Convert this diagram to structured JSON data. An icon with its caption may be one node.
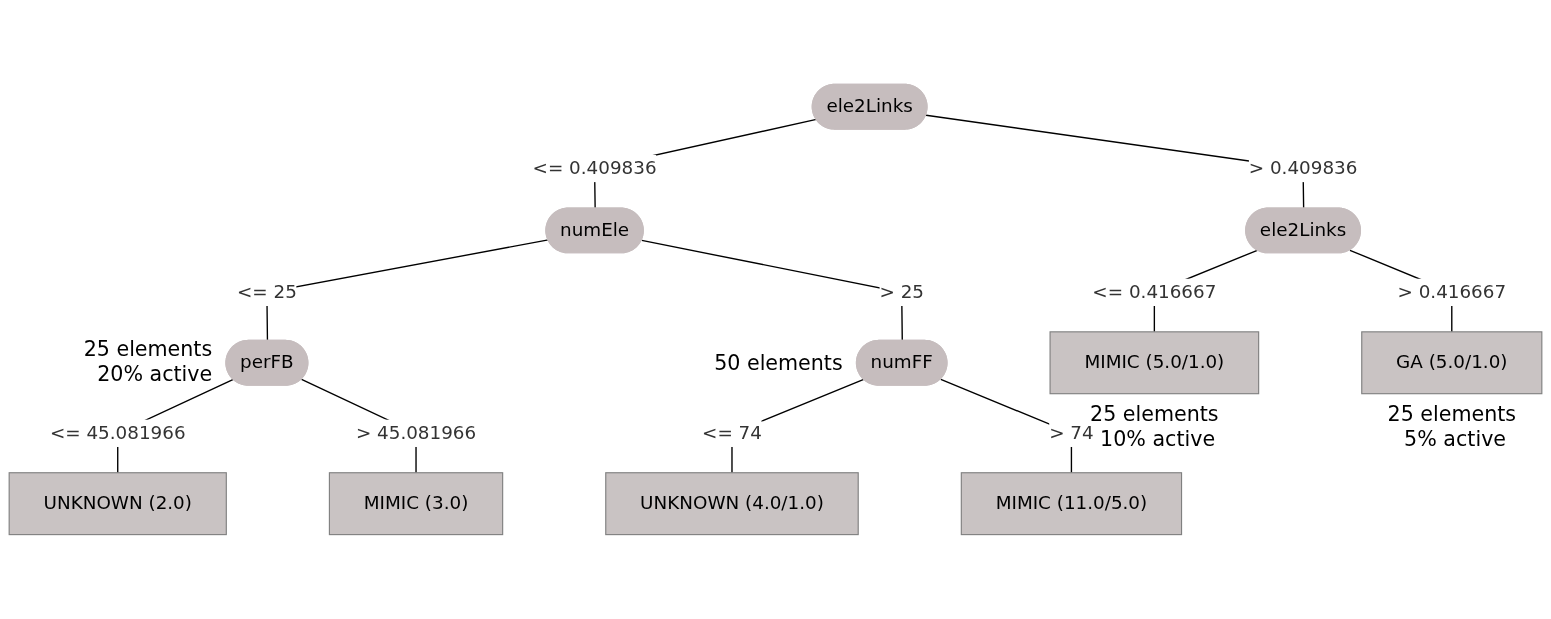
{
  "diagram": {
    "nodes": [
      {
        "text": [
          "ele2Links"
        ]
      },
      {
        "text": [
          "numEle"
        ]
      },
      {
        "text": [
          "ele2Links"
        ]
      },
      {
        "text": [
          "perFB"
        ],
        "beside": [
          "25 elements 20% active"
        ]
      },
      {
        "text": [
          "numFF"
        ],
        "beside": [
          "50 elements"
        ]
      },
      {
        "text": [
          "MIMIC (5.0/1.0)"
        ],
        "beside": [
          "25 elements 10% active"
        ]
      },
      {
        "text": [
          "GA (5.0/1.0)"
        ],
        "beside": [
          "25 elements 5% active"
        ]
      },
      {
        "text": [
          "UNKNOWN (2.0)"
        ]
      },
      {
        "text": [
          "MIMIC (3.0)"
        ]
      },
      {
        "text": [
          "UNKNOWN (4.0/1.0)"
        ]
      },
      {
        "text": [
          "MIMIC (11.0/5.0)"
        ]
      }
    ],
    "edges": [
      {
        "from": 0,
        "to": 1,
        "arrow": "none",
        "label": "<= 0.409836"
      },
      {
        "from": 0,
        "to": 2,
        "arrow": "none",
        "label": "> 0.409836"
      },
      {
        "from": 1,
        "to": 3,
        "arrow": "none",
        "label": "<= 25"
      },
      {
        "from": 1,
        "to": 4,
        "arrow": "none",
        "label": "> 25"
      },
      {
        "from": 2,
        "to": 5,
        "arrow": "none",
        "label": "<= 0.416667"
      },
      {
        "from": 2,
        "to": 6,
        "arrow": "none",
        "label": "> 0.416667"
      },
      {
        "from": 3,
        "to": 7,
        "arrow": "none",
        "label": "<= 45.081966"
      },
      {
        "from": 3,
        "to": 8,
        "arrow": "none",
        "label": "> 45.081966"
      },
      {
        "from": 4,
        "to": 9,
        "arrow": "none",
        "label": "<= 74"
      },
      {
        "from": 4,
        "to": 10,
        "arrow": "none",
        "label": "> 74"
      }
    ]
  }
}
